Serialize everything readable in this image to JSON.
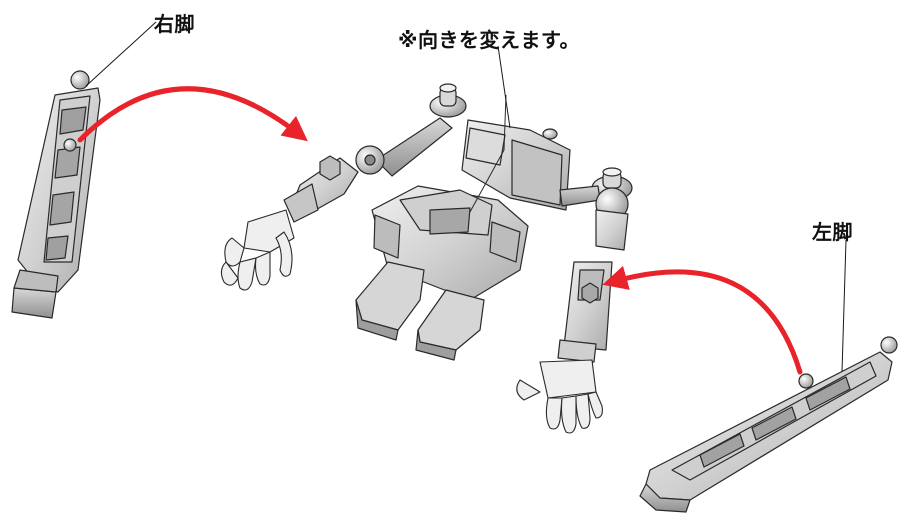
{
  "labels": {
    "right_leg": "右脚",
    "note": "※向きを変えます。",
    "left_leg": "左脚"
  },
  "colors": {
    "arrow": "#e8232a",
    "part_light": "#e2e2e2",
    "part_mid": "#bdbdbd",
    "part_dark": "#8a8a8a",
    "outline": "#2a2a2a"
  }
}
